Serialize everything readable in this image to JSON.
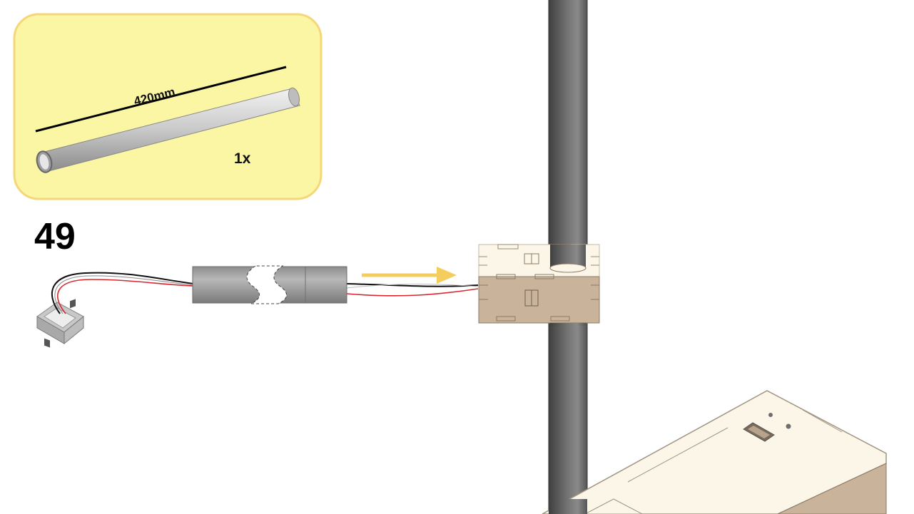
{
  "step": {
    "number": "49"
  },
  "parts_callout": {
    "length_label": "420mm",
    "quantity_label": "1x",
    "background_color": "#fbf6a4",
    "border_color": "#f5d77a"
  },
  "colors": {
    "arrow": "#f5cd5e",
    "tube_dark": "#5f5f5f",
    "tube_light": "#8a8a8a",
    "wood_light": "#fbf6e8",
    "wood_dark": "#c9b39a",
    "wire_red": "#d9282f",
    "wire_black": "#111111"
  }
}
